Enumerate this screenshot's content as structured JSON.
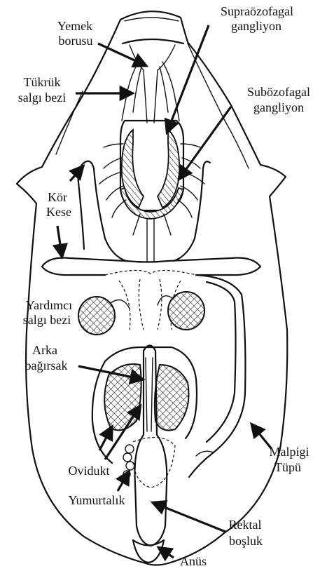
{
  "labels": {
    "yemek_borusu": [
      "Yemek",
      "borusu"
    ],
    "supraozofagal": [
      "Supraözofagal",
      "gangliyon"
    ],
    "tukruk": [
      "Tükrük",
      "salgı bezi"
    ],
    "subozofagal": [
      "Subözofagal",
      "gangliyon"
    ],
    "kor_kese": [
      "Kör",
      "Kese"
    ],
    "yardimci": [
      "Yardımcı",
      "salgı bezi"
    ],
    "arka_bagirsak": [
      "Arka",
      "bağırsak"
    ],
    "malpigi": [
      "Malpigi",
      "Tüpü"
    ],
    "ovidukt": "Ovidukt",
    "yumurtalik": "Yumurtalık",
    "rektal": [
      "Rektal",
      "boşluk"
    ],
    "anus": "Anüs"
  }
}
